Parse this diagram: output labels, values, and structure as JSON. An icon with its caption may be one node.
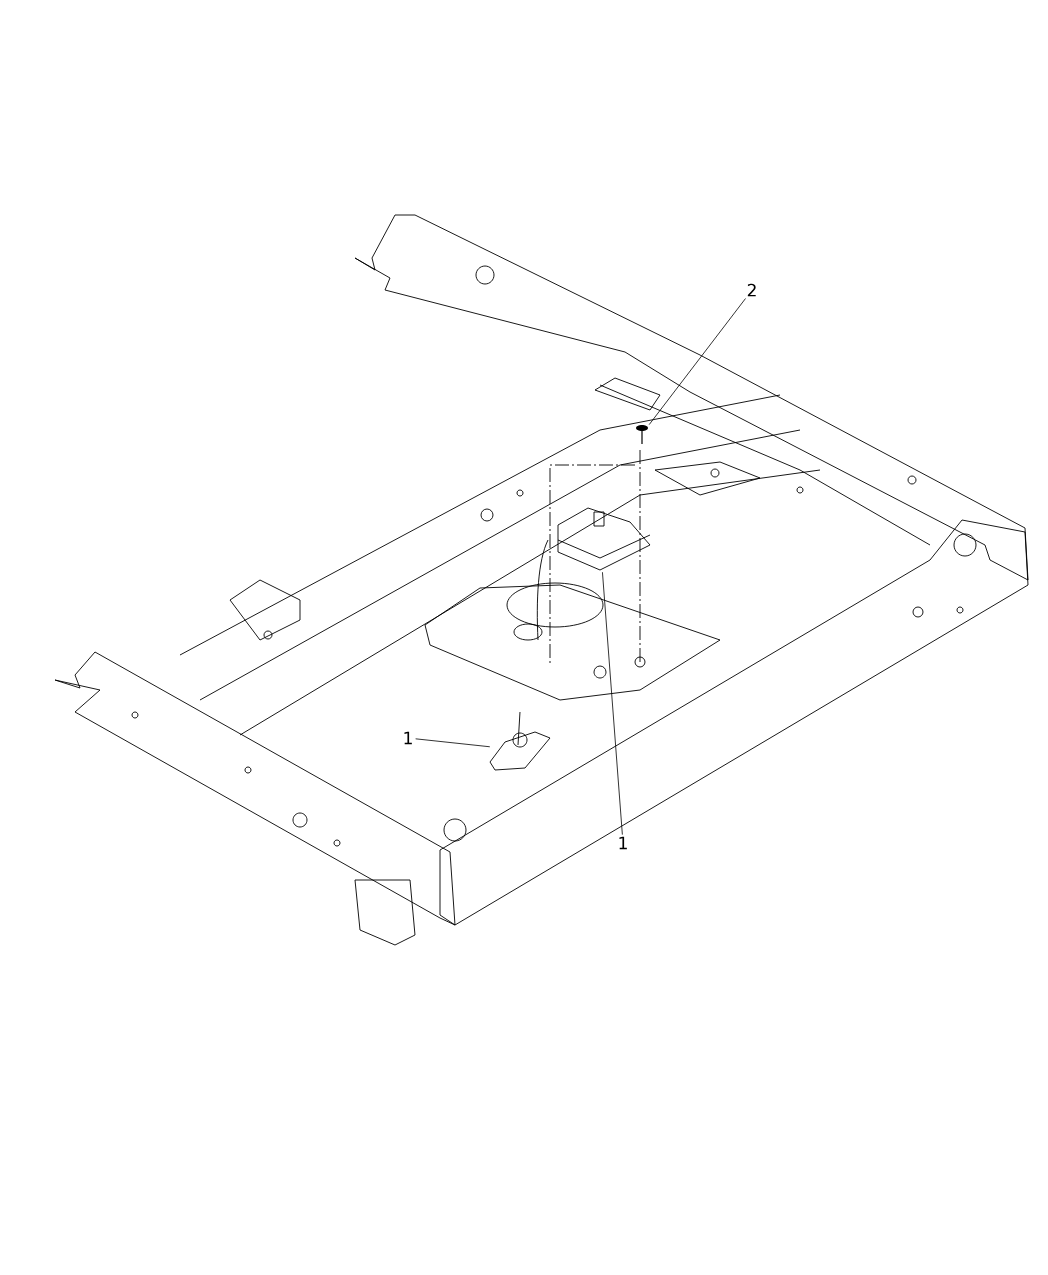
{
  "diagram": {
    "nodes": [
      {
        "text": [
          "2"
        ]
      },
      {
        "text": [],
        "shape": "picture"
      },
      {
        "text": [
          "1"
        ]
      },
      {
        "text": [],
        "shape": "picture"
      },
      {
        "text": [
          "1"
        ]
      },
      {
        "text": [],
        "shape": "picture"
      }
    ],
    "edges": [
      {
        "from": 0,
        "to": 1,
        "arrow": "none"
      },
      {
        "from": 2,
        "to": 3,
        "arrow": "none"
      },
      {
        "from": 4,
        "to": 5,
        "arrow": "none"
      }
    ]
  }
}
